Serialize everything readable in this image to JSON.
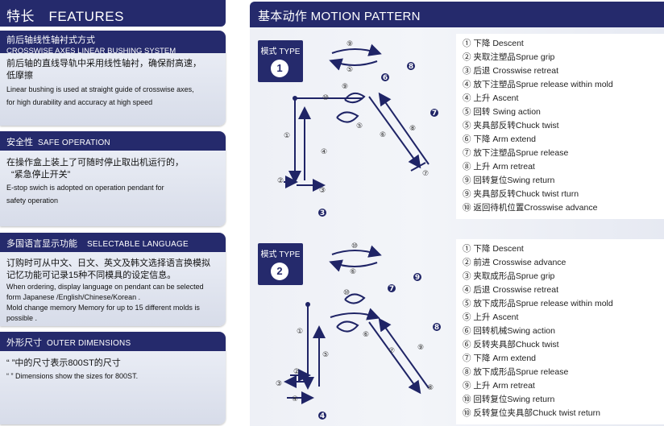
{
  "left": {
    "header": "特长　FEATURES",
    "sections": [
      {
        "title_zh": "前后轴线性轴衬式方式",
        "title_en": "CROSSWISE AXES LINEAR BUSHING SYSTEM",
        "body_zh": [
          "前后轴的直线导轨中采用线性轴衬，确保耐高速，",
          "低摩擦"
        ],
        "body_en": [
          "Linear bushing is used at straight guide of crosswise axes,",
          "for high durability and accuracy at high speed"
        ]
      },
      {
        "title_zh": "安全性",
        "title_en": "SAFE OPERATION",
        "body_zh": [
          "在操作盒上装上了可随时停止取出机运行的，",
          "“紧急停止开关”"
        ],
        "body_en": [
          "E-stop swich is adopted on operation pendant for",
          "safety operation"
        ]
      },
      {
        "title_zh": "多国语言显示功能",
        "title_en": "SELECTABLE LANGUAGE",
        "body_zh": [
          "订购时可从中文、日文、英文及韩文选择语言换模拟",
          "记忆功能可记录15种不同模具的设定信息。"
        ],
        "body_en": [
          "When ordering, display language on pendant can be selected",
          "form Japanese /English/Chinese/Korean .",
          "Mold change memory Memory for up to 15 different molds is",
          "possible ."
        ]
      },
      {
        "title_zh": "外形尺寸",
        "title_en": "OUTER DIMENSIONS",
        "body_zh": [
          "“  ”中的尺寸表示800ST的尺寸"
        ],
        "body_en": [
          "“  ” Dimensions show the sizes for 800ST."
        ]
      }
    ]
  },
  "right": {
    "header": "基本动作  MOTION PATTERN",
    "type_label": "模式 TYPE",
    "types": [
      {
        "number": "1",
        "steps": [
          "① 下降  Descent",
          "② 夹取注塑品Sprue grip",
          "③ 后退  Crosswise retreat",
          "④ 放下注塑品Sprue release within mold",
          "④ 上升  Ascent",
          "⑤ 回转  Swing action",
          "⑤ 夹具部反转Chuck twist",
          "⑥ 下降  Arm extend",
          "⑦ 放下注塑品Sprue release",
          "⑧ 上升  Arm retreat",
          "⑨ 回转复位Swing return",
          "⑨ 夹具部反转Chuck twist rturn",
          "⑩ 返回待机位置Crosswise advance"
        ],
        "diagram_labels": [
          "⑨",
          "8",
          "⑩",
          "⑨",
          "6",
          "⑤",
          "⑤",
          "7",
          "①",
          "⑥",
          "⑧",
          "④",
          "②",
          "⑦",
          "③",
          "3"
        ]
      },
      {
        "number": "2",
        "steps": [
          "① 下降  Descent",
          "② 前进  Crosswise advance",
          "③ 夹取成形品Sprue grip",
          "④ 后退  Crosswise retreat",
          "⑤ 放下成形品Sprue release within mold",
          "⑤ 上升  Ascent",
          "⑥ 回转机械Swing action",
          "⑥ 反转夹具部Chuck twist",
          "⑦ 下降  Arm extend",
          "⑧ 放下成形品Sprue release",
          "⑨ 上升  Arm retreat",
          "⑩ 回转复位Swing return",
          "⑩ 反转复位夹具部Chuck twist return"
        ],
        "diagram_labels": [
          "⑩",
          "⑥",
          "7",
          "9",
          "⑩",
          "⑥",
          "8",
          "①",
          "⑤",
          "⑦",
          "⑨",
          "③",
          "②",
          "④",
          "⑧",
          "4"
        ]
      }
    ]
  },
  "colors": {
    "navy": "#252a6c",
    "panel": "#eef1f8"
  }
}
